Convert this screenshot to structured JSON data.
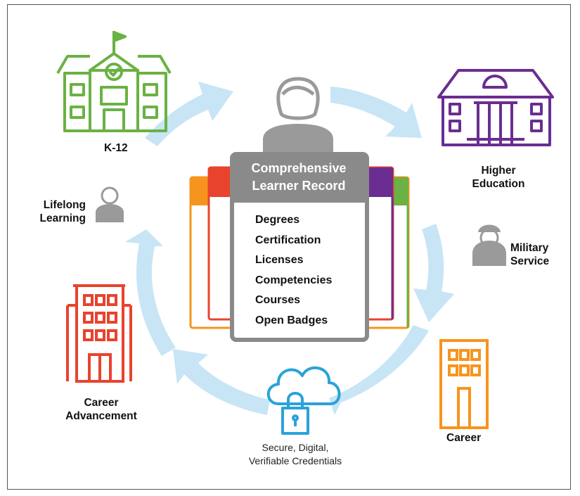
{
  "center_card": {
    "title_line1": "Comprehensive",
    "title_line2": "Learner Record",
    "items": [
      "Degrees",
      "Certification",
      "Licenses",
      "Competencies",
      "Courses",
      "Open Badges"
    ]
  },
  "nodes": {
    "k12": {
      "label": "K-12",
      "icon": "school-icon",
      "color": "#6ab243"
    },
    "higher_ed": {
      "line1": "Higher",
      "line2": "Education",
      "icon": "university-icon",
      "color": "#6a2d91"
    },
    "military": {
      "line1": "Military",
      "line2": "Service",
      "icon": "soldier-icon"
    },
    "career": {
      "label": "Career",
      "icon": "office-building-icon",
      "color": "#f7941d"
    },
    "secure": {
      "line1": "Secure, Digital,",
      "line2": "Verifiable Credentials",
      "icon": "cloud-lock-icon",
      "color": "#2aa3d8"
    },
    "career_adv": {
      "line1": "Career",
      "line2": "Advancement",
      "icon": "tall-building-icon",
      "color": "#e8432d"
    },
    "lifelong": {
      "line1": "Lifelong",
      "line2": "Learning",
      "icon": "person-icon"
    }
  },
  "colors": {
    "cycle_arrow": "#c8e5f5",
    "card_gray": "#8a8a8a",
    "tab_orange": "#f7941d",
    "tab_red": "#e8432d",
    "tab_purple": "#6a2d91",
    "tab_green": "#6ab243",
    "person_gray": "#9a9a9a"
  }
}
